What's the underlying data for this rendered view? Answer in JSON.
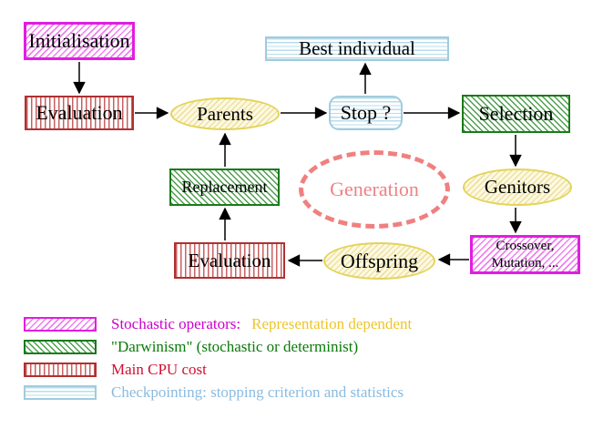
{
  "diagram": {
    "nodes": {
      "initialisation": {
        "label": "Initialisation"
      },
      "evaluation_top": {
        "label": "Evaluation"
      },
      "parents": {
        "label": "Parents"
      },
      "best_individual": {
        "label": "Best individual"
      },
      "stop": {
        "label": "Stop ?"
      },
      "selection": {
        "label": "Selection"
      },
      "replacement": {
        "label": "Replacement"
      },
      "generation": {
        "label": "Generation"
      },
      "genitors": {
        "label": "Genitors"
      },
      "evaluation_bottom": {
        "label": "Evaluation"
      },
      "offspring": {
        "label": "Offspring"
      },
      "crossover": {
        "line1": "Crossover,",
        "line2": "Mutation, ..."
      }
    },
    "colors": {
      "magenta_border": "#e01ee0",
      "green_border": "#1a7a1a",
      "red_border": "#b03030",
      "blue_border": "#a0ccdf",
      "yellow_border": "#e3d35a",
      "generation_coral": "#f08080",
      "arrow": "#000000"
    }
  },
  "legend": {
    "items": [
      {
        "swatch": "magenta-diagonal-hatch",
        "label": "Stochastic operators:",
        "label2": "Representation dependent",
        "label_color": "#cc00cc",
        "label2_color": "#edc52b"
      },
      {
        "swatch": "green-diagonal-hatch",
        "label": "\"Darwinism\" (stochastic or determinist)",
        "label_color": "#0a7a0a"
      },
      {
        "swatch": "red-vertical-stripes",
        "label": "Main CPU cost",
        "label_color": "#d01030"
      },
      {
        "swatch": "blue-horizontal-stripes",
        "label": "Checkpointing: stopping criterion and statistics",
        "label_color": "#8abbe0"
      }
    ]
  }
}
